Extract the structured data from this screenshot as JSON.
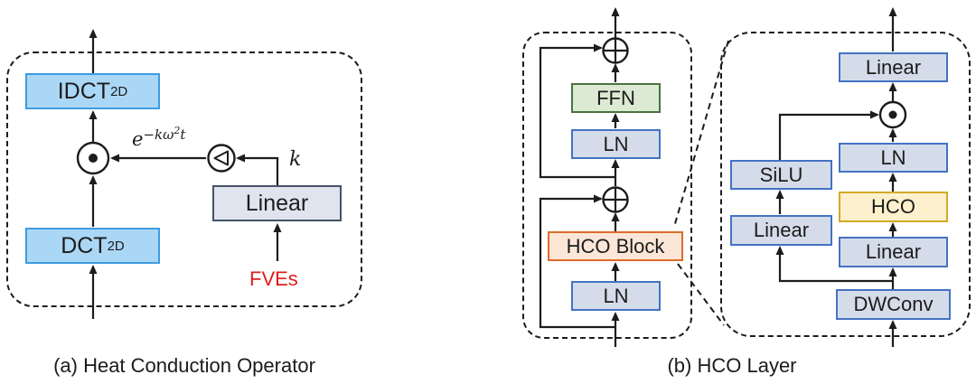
{
  "figure": {
    "panel_a": {
      "caption": "(a) Heat Conduction Operator",
      "blocks": {
        "idct": "IDCT",
        "idct_sub": "2D",
        "dct": "DCT",
        "dct_sub": "2D",
        "linear": "Linear"
      },
      "labels": {
        "exponent_base": "e",
        "exponent_sup": "−kω",
        "exponent_sup2": "2",
        "exponent_tail": "t",
        "k": "k",
        "fves": "FVEs"
      },
      "icons": {
        "elementwise_multiply": "circle-dot-icon",
        "gate": "circle-left-triangle-icon"
      },
      "colors": {
        "dct_fill": "#ABD7F6",
        "dct_border": "#3F9BE0",
        "linear_fill": "#E0E4EE",
        "linear_border": "#44546A",
        "fves_text": "#E11C1C"
      }
    },
    "panel_b": {
      "caption": "(b) HCO Layer",
      "outer": {
        "ffn": "FFN",
        "ln_top": "LN",
        "hco_block": "HCO Block",
        "ln_bottom": "LN"
      },
      "inner": {
        "linear_out": "Linear",
        "ln": "LN",
        "hco": "HCO",
        "linear_in": "Linear",
        "dwconv": "DWConv",
        "silu": "SiLU",
        "linear_gate": "Linear"
      },
      "icons": {
        "add": "circle-plus-icon",
        "elementwise_multiply": "circle-dot-icon"
      },
      "colors": {
        "ffn_fill": "#DCEAD4",
        "ffn_border": "#4A7240",
        "ln_fill": "#D5DCE9",
        "ln_border": "#4472C4",
        "hco_block_fill": "#FBE6D7",
        "hco_block_border": "#DD6B2A",
        "hco_fill": "#FDF0CC",
        "hco_border": "#D4A928"
      }
    }
  }
}
